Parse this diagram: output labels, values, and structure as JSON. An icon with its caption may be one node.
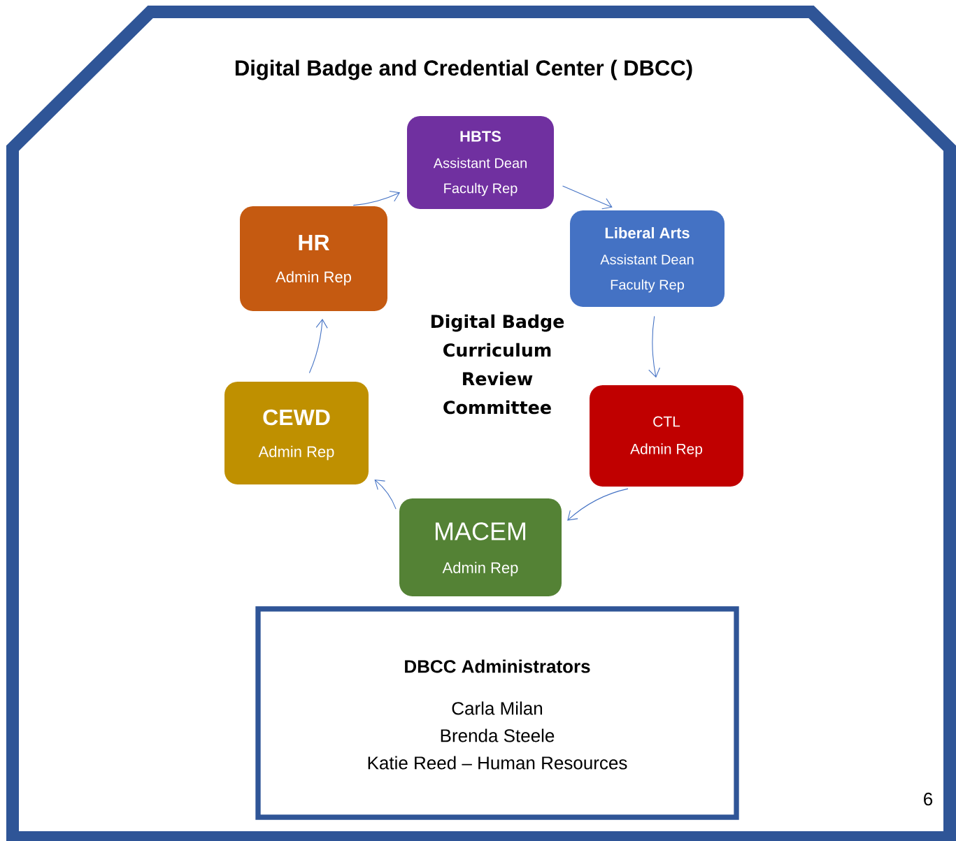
{
  "diagram": {
    "title": "Digital Badge and Credential Center  ( DBCC)",
    "nodes": [
      {
        "text": [
          "HBTS",
          "Assistant Dean",
          "Faculty Rep"
        ]
      },
      {
        "text": [
          "Liberal Arts",
          "Assistant Dean",
          "Faculty Rep"
        ]
      },
      {
        "text": [
          "CTL",
          "Admin Rep"
        ]
      },
      {
        "text": [
          "MACEM",
          "Admin Rep"
        ]
      },
      {
        "text": [
          "CEWD",
          "Admin Rep"
        ]
      },
      {
        "text": [
          "HR",
          "Admin Rep"
        ]
      },
      {
        "text": [
          "DBCC Administrators",
          "Carla Milan",
          "Brenda Steele",
          "Katie Reed – Human Resources"
        ]
      }
    ],
    "edges": [
      {
        "from": 0,
        "to": 1,
        "arrow": "to"
      },
      {
        "from": 1,
        "to": 2,
        "arrow": "to"
      },
      {
        "from": 2,
        "to": 3,
        "arrow": "to"
      },
      {
        "from": 3,
        "to": 4,
        "arrow": "to"
      },
      {
        "from": 4,
        "to": 5,
        "arrow": "to"
      },
      {
        "from": 5,
        "to": 0,
        "arrow": "to"
      }
    ],
    "labels": [
      "Digital Badge Curriculum Review Committee",
      "6"
    ]
  }
}
